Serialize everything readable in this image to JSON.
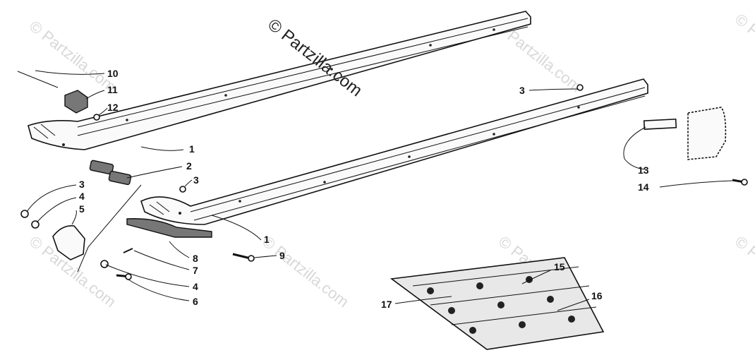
{
  "watermark": {
    "main_text": "© Partzilla.com",
    "tile_text": "© Partzilla.com"
  },
  "callouts": [
    {
      "id": "c10",
      "text": "10"
    },
    {
      "id": "c11",
      "text": "11"
    },
    {
      "id": "c12",
      "text": "12"
    },
    {
      "id": "c1a",
      "text": "1"
    },
    {
      "id": "c2",
      "text": "2"
    },
    {
      "id": "c3a",
      "text": "3"
    },
    {
      "id": "c3b",
      "text": "3"
    },
    {
      "id": "c4a",
      "text": "4"
    },
    {
      "id": "c5",
      "text": "5"
    },
    {
      "id": "c3c",
      "text": "3"
    },
    {
      "id": "c1b",
      "text": "1"
    },
    {
      "id": "c9",
      "text": "9"
    },
    {
      "id": "c8",
      "text": "8"
    },
    {
      "id": "c7",
      "text": "7"
    },
    {
      "id": "c4b",
      "text": "4"
    },
    {
      "id": "c6",
      "text": "6"
    },
    {
      "id": "c13",
      "text": "13"
    },
    {
      "id": "c14",
      "text": "14"
    },
    {
      "id": "c15",
      "text": "15"
    },
    {
      "id": "c16",
      "text": "16"
    },
    {
      "id": "c17",
      "text": "17"
    }
  ],
  "colors": {
    "line": "#111111",
    "watermark": "#d8d8d8",
    "background": "#ffffff"
  }
}
